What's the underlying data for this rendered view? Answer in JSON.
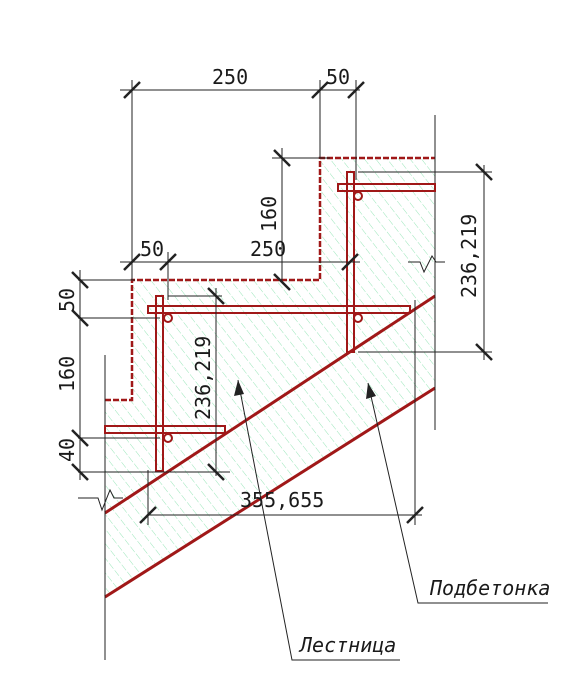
{
  "dimensions": {
    "top_width": "250",
    "top_step": "50",
    "riser_height": "160",
    "tread_width": "250",
    "lower_step": "50",
    "left_step": "50",
    "left_height": "160",
    "left_small": "40",
    "right_vertical": "236,219",
    "mid_vertical": "236,219",
    "bottom_length": "355,655"
  },
  "labels": {
    "stair": "Лестница",
    "underlay": "Подбетонка"
  },
  "colors": {
    "concrete_outline": "#a01818",
    "rebar": "#a01818",
    "hatch": "#7fe0a8",
    "lines": "#222222"
  }
}
